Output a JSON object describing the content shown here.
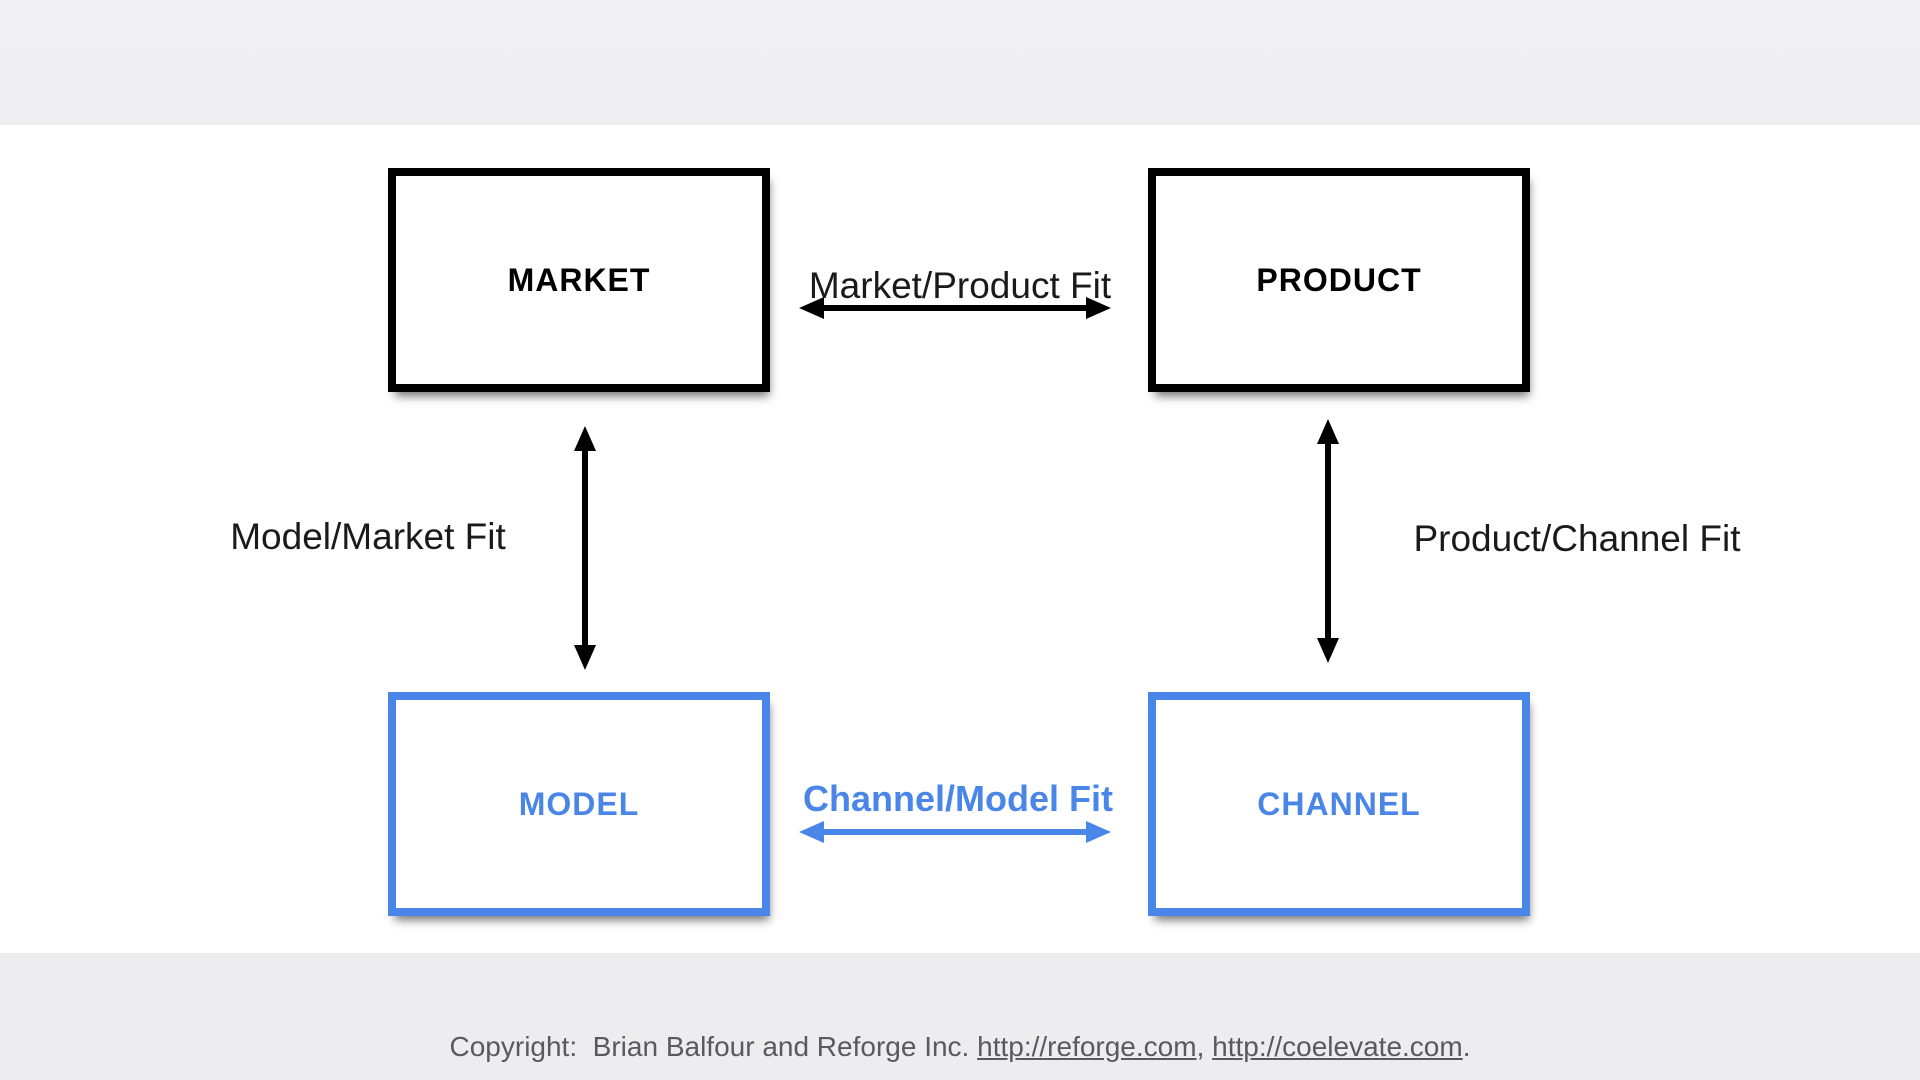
{
  "colors": {
    "accent_blue": "#4a86e8",
    "ink_black": "#000000",
    "band_gray": "#ededef",
    "copyright_gray": "#5a5a5e"
  },
  "diagram": {
    "nodes": {
      "market": "MARKET",
      "product": "PRODUCT",
      "model": "MODEL",
      "channel": "CHANNEL"
    },
    "edges": {
      "market_product": "Market/Product Fit",
      "model_market": "Model/Market Fit",
      "product_channel": "Product/Channel Fit",
      "channel_model": "Channel/Model Fit"
    }
  },
  "footer": {
    "copyright_text": "Copyright:  Brian Balfour and Reforge Inc. ",
    "link_reforge": "http://reforge.com",
    "separator": ", ",
    "link_coelevate": "http://coelevate.com",
    "period": "."
  }
}
